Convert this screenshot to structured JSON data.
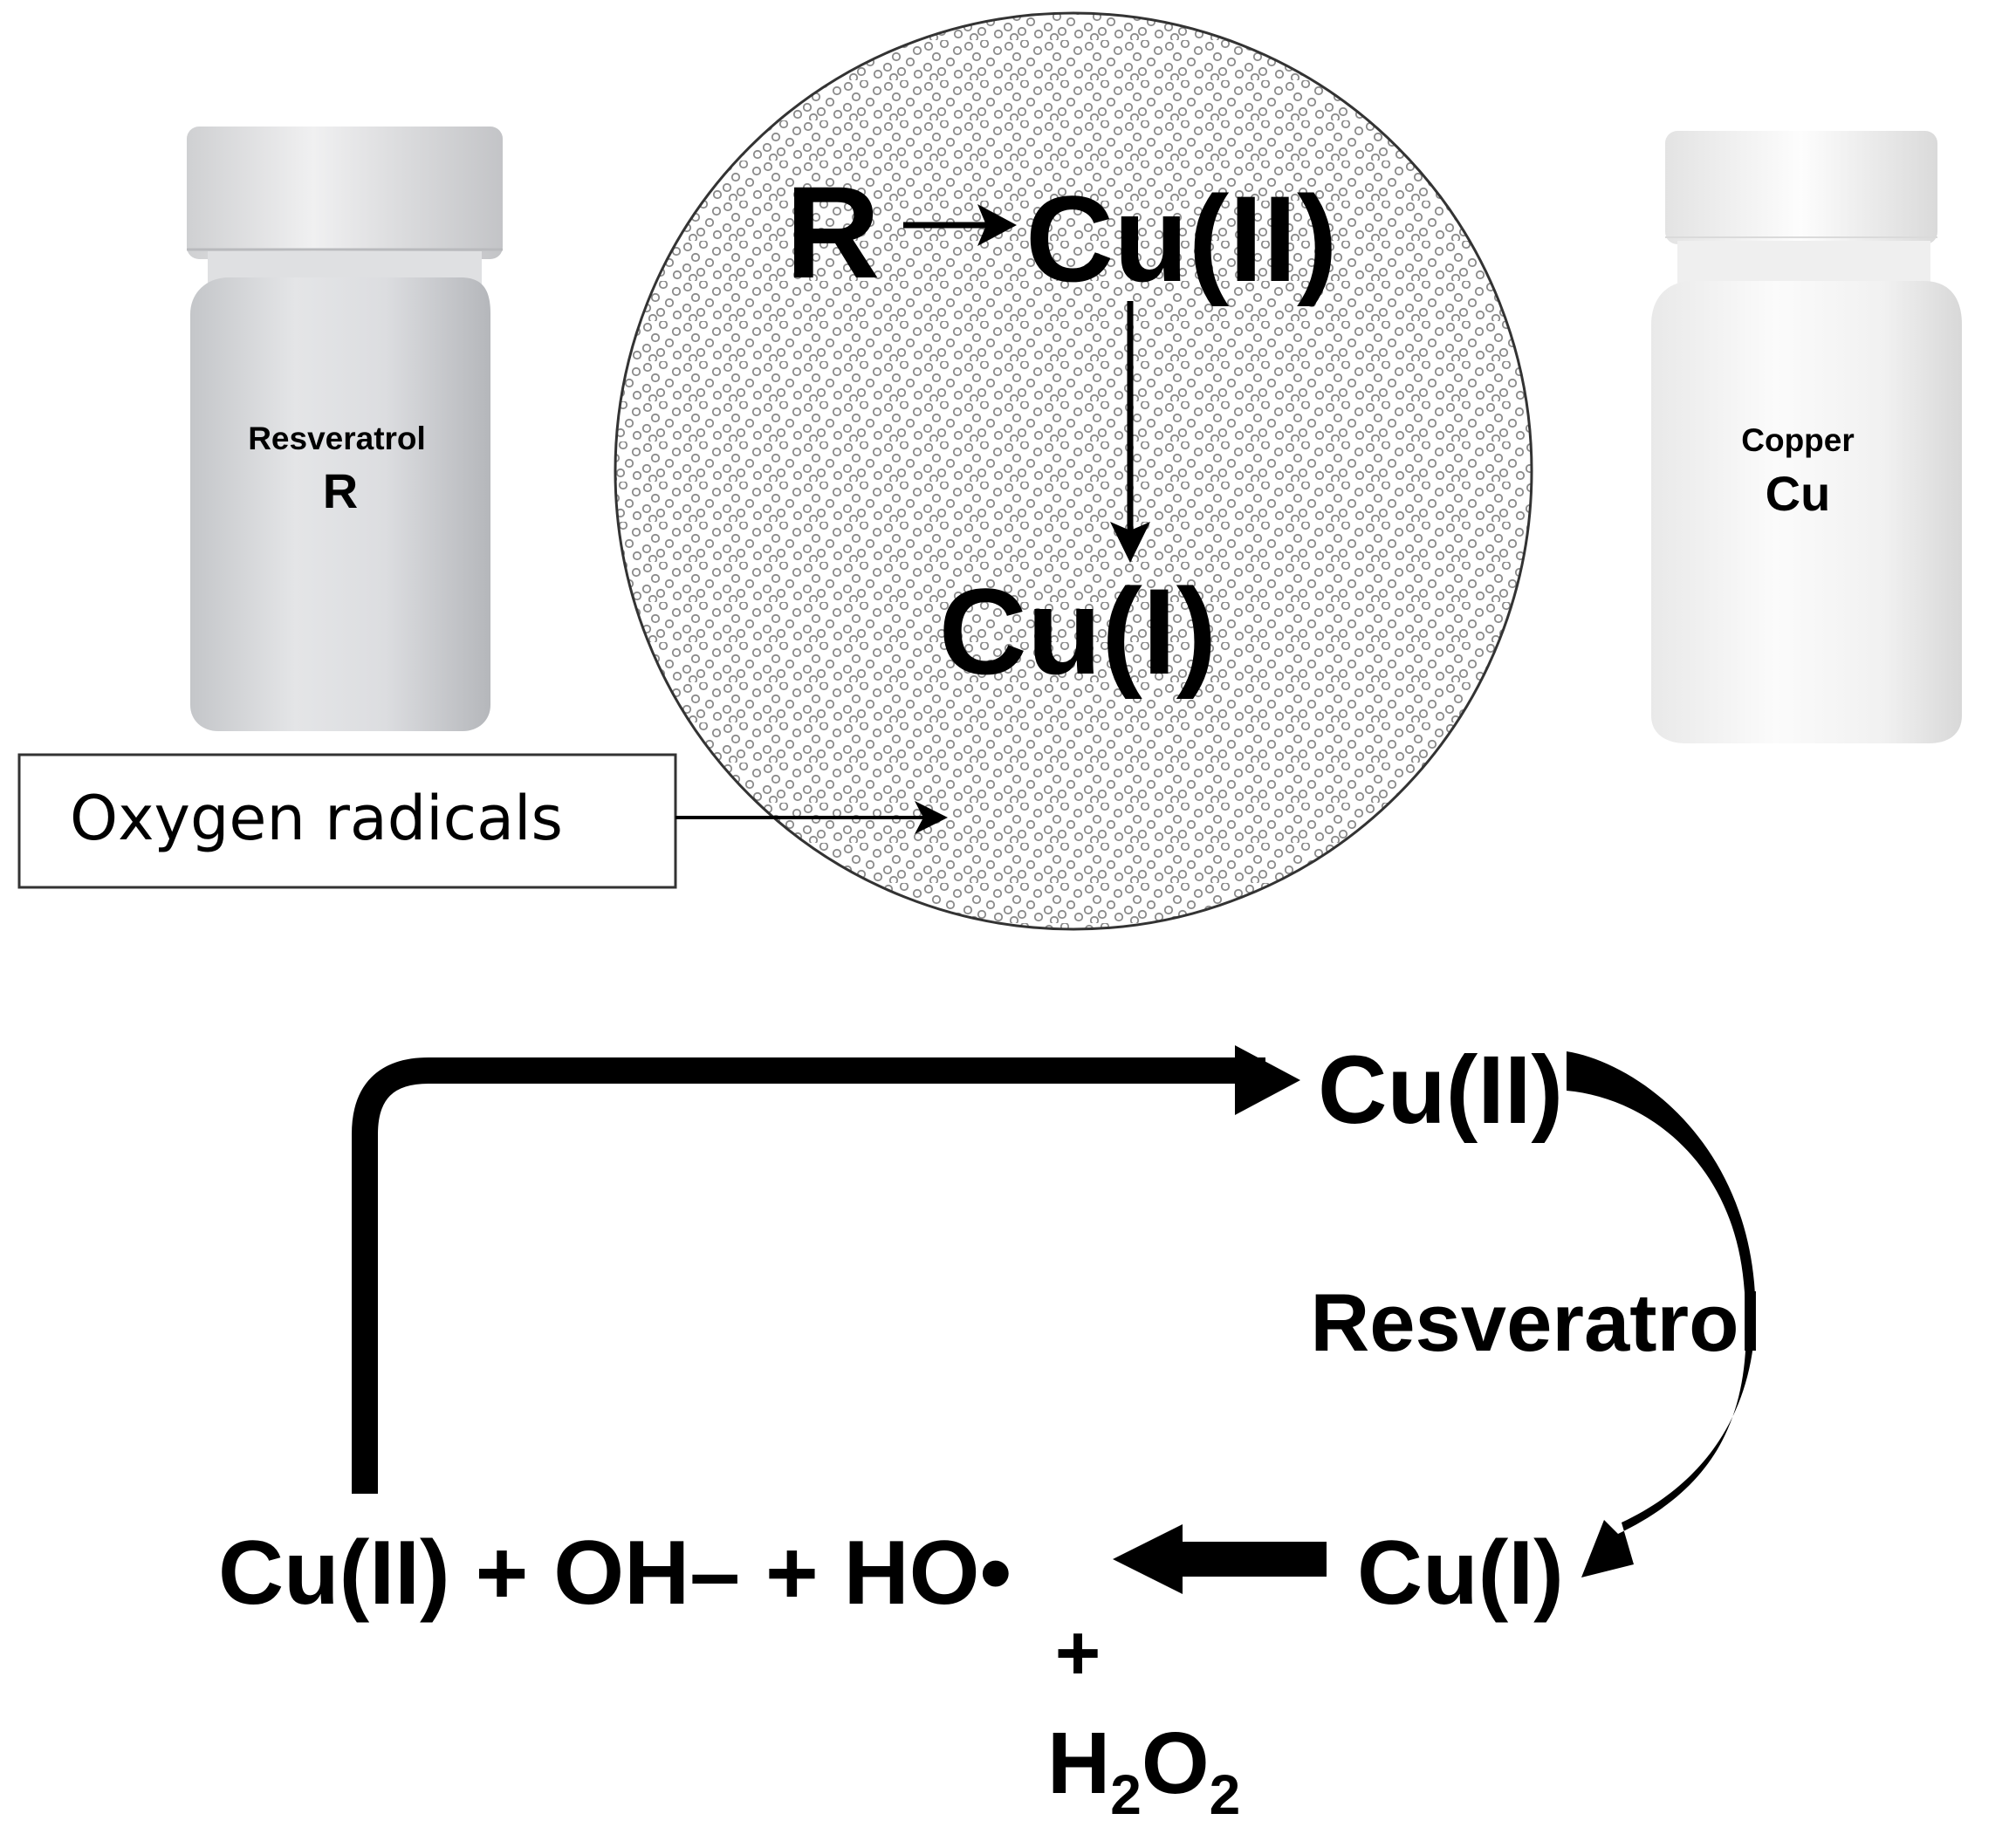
{
  "bottles": {
    "left": {
      "name": "Resveratrol",
      "symbol": "R"
    },
    "right": {
      "name": "Copper",
      "symbol": "Cu"
    }
  },
  "circle": {
    "reactant": "R",
    "oxidized": "Cu(II)",
    "reduced": "Cu(I)"
  },
  "oxygen_box": {
    "label": "Oxygen radicals"
  },
  "cycle": {
    "top_species": "Cu(II)",
    "reducing_agent": "Resveratrol",
    "right_species": "Cu(I)",
    "products": "Cu(II) + OH– + HO•",
    "plus": "+",
    "peroxide": {
      "base_h": "H",
      "sub_1": "2",
      "base_o": "O",
      "sub_2": "2"
    }
  },
  "colors": {
    "ink": "#000000",
    "bubble": "#8a8a8a",
    "bottle_light": "#f2f2f2",
    "bottle_dark": "#c4c6c9"
  }
}
